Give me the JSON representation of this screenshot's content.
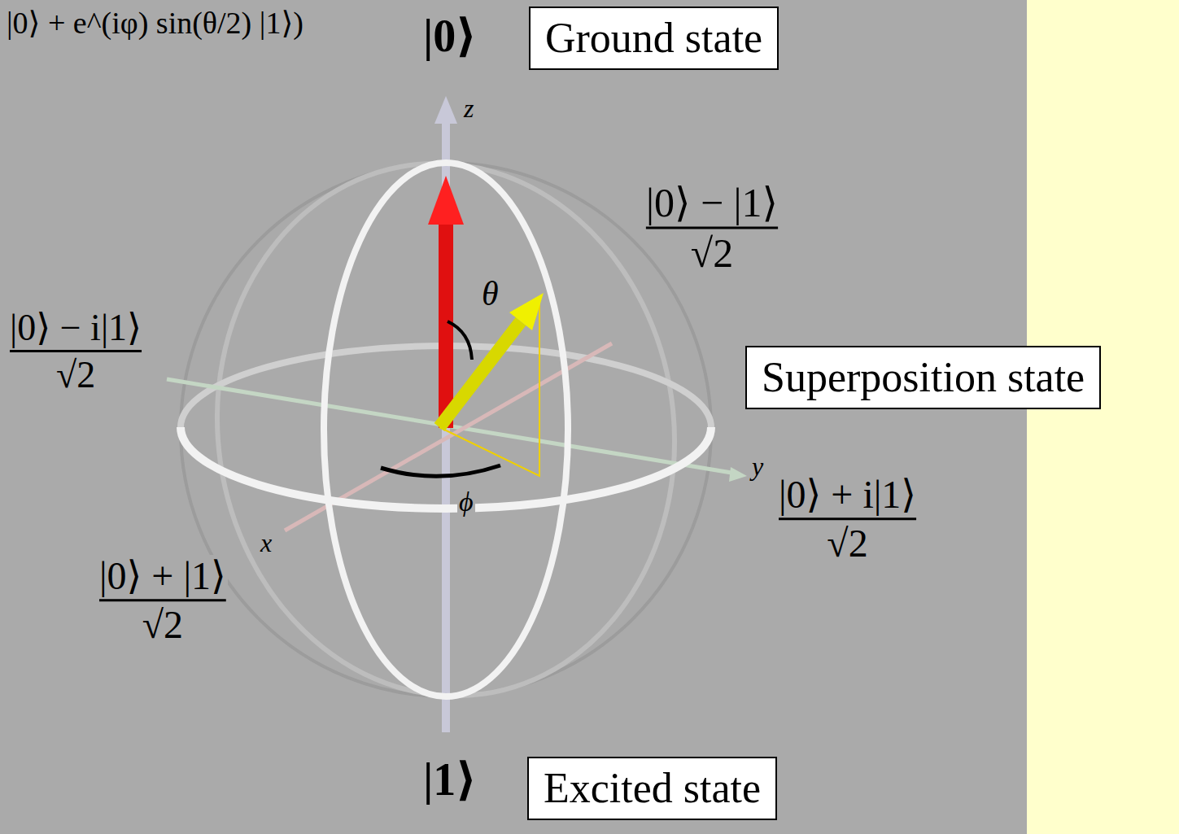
{
  "diagram": {
    "nodes": [
      {
        "text": [
          "Ground state"
        ]
      },
      {
        "text": [
          "Superposition state"
        ]
      },
      {
        "text": [
          "Excited state"
        ]
      }
    ],
    "labels": [
      "|0⟩ + e^(iφ) sin(θ/2) |1⟩)",
      "|0⟩",
      "|1⟩",
      "|0⟩ − |1⟩",
      "√2",
      "|0⟩ − i|1⟩",
      "√2",
      "|0⟩ + i|1⟩",
      "√2",
      "|0⟩ + |1⟩",
      "√2",
      "z",
      "y",
      "x",
      "θ",
      "ϕ"
    ]
  }
}
